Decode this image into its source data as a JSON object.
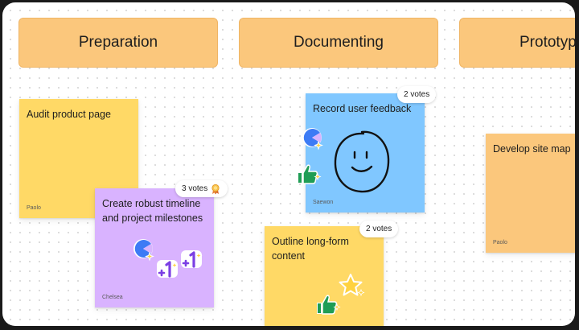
{
  "sections": [
    {
      "title": "Preparation"
    },
    {
      "title": "Documenting"
    },
    {
      "title": "Prototyping"
    }
  ],
  "stickies": {
    "audit": {
      "title": "Audit product page",
      "author": "Paolo",
      "color": "#ffd966"
    },
    "timeline": {
      "title": "Create robust timeline\nand project milestones",
      "author": "Chelsea",
      "color": "#d9b3ff"
    },
    "feedback": {
      "title": "Record user feedback",
      "author": "Saewon",
      "color": "#80c7ff"
    },
    "outline": {
      "title": "Outline long-form\ncontent",
      "author": "",
      "color": "#ffd966"
    },
    "sitemap": {
      "title": "Develop site map",
      "author": "Paolo",
      "color": "#fbc77c"
    }
  },
  "votes": {
    "timeline": "3 votes",
    "feedback": "2 votes",
    "outline": "2 votes"
  },
  "icons": {
    "award": "award-ribbon-icon",
    "thumbs_up": "thumbs-up-sticker-icon",
    "plus_one": "plus-one-sticker-icon",
    "pacman": "pacman-sticker-icon",
    "star": "star-sticker-icon",
    "smiley": "smiley-face-drawing"
  }
}
